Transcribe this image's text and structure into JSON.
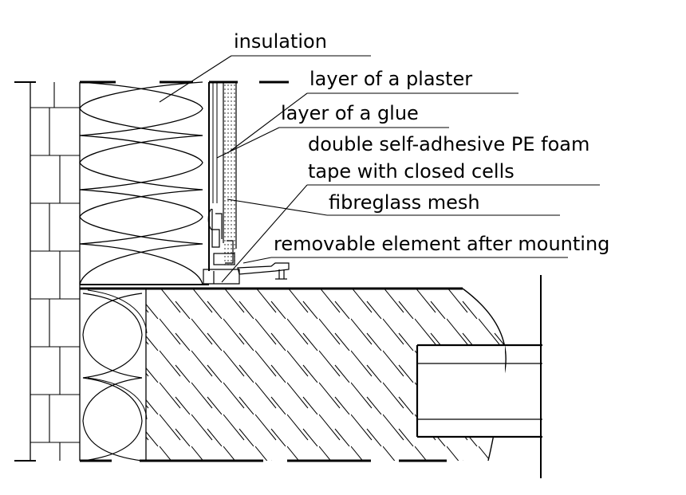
{
  "colors": {
    "background": "#ffffff",
    "ink": "#000000"
  },
  "labels": {
    "insulation": "insulation",
    "plaster": "layer of a plaster",
    "glue": "layer of a glue",
    "tape_line1": "double self-adhesive PE foam",
    "tape_line2": "tape with closed cells",
    "mesh": "fibreglass mesh",
    "removable": "removable element after mounting"
  }
}
